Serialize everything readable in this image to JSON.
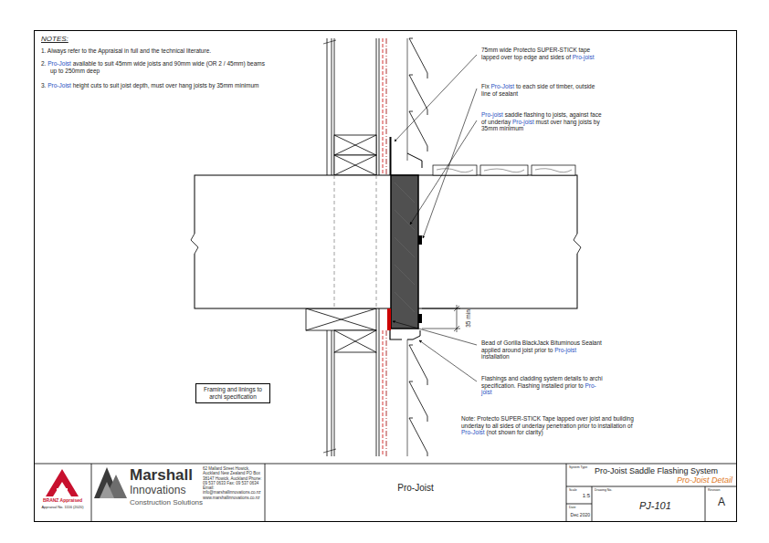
{
  "diagram": {
    "nodes": [
      {
        "text": [
          "Framing and linings to archi specification"
        ]
      }
    ],
    "labels": [
      "NOTES:",
      "1. Always refer to the Appraisal in full and the technical literature.",
      "2. Pro-Joist available to suit 45mm wide joists and 90mm wide (OR 2 / 45mm) beams up to 250mm deep",
      "3. Pro-Joist height cuts to suit joist depth, must over hang joists by 35mm minimum",
      "75mm wide Protecto SUPER-STICK tape lapped over top edge and sides of Pro-joist",
      "Fix Pro-Joist to each side of timber, outside line of sealant",
      "Pro-joist saddle flashing to joists, against face of underlay Pro-joist must over hang joists by 35mm minimum",
      "35 min",
      "Bead of Gorilla BlackJack Bituminous Sealant applied around joist prior to Pro-joist installation",
      "Flashings and cladding system details to archi specification. Flashing installed prior to Pro-joist",
      "Note: Protecto SUPER-STICK Tape lapped over joist and building underlay to all sides of underlay penetration prior to installation of Pro-Joist (not shown for clarity)",
      "BRANZ Appraised",
      "Appraisal No. 1116 (2020)",
      "Marshall",
      "Innovations",
      "Construction Solutions",
      "62 Mallard Street Howick, Auckland New Zealand PO Box 38147 Howick, Auckland Phone: 09 537 0633 Fax: 09 537 0634 Email: info@marshallinnovations.co.nz www.marshallinnovations.co.nz",
      "Pro-Joist",
      "System Type",
      "Pro-Joist Saddle Flashing System",
      "Pro-Joist Detail",
      "Scale",
      "1:5",
      "Drawing No.",
      "PJ-101",
      "Revision",
      "A",
      "Date",
      "Dec 2020"
    ]
  }
}
